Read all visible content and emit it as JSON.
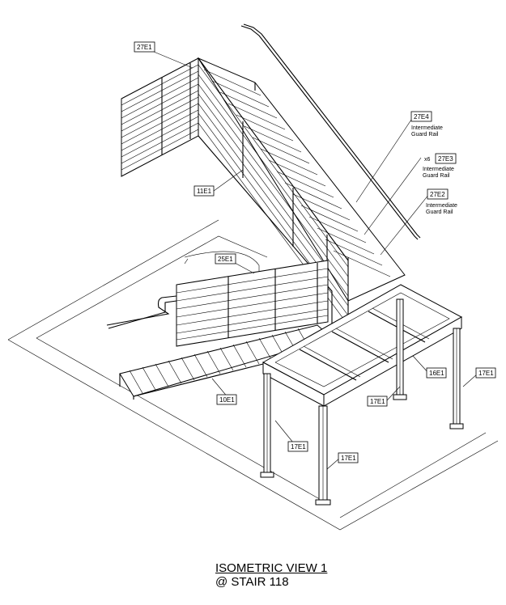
{
  "title": {
    "line1": "ISOMETRIC VIEW 1",
    "line2": "@ STAIR 118"
  },
  "tags": {
    "t27E1": "27E1",
    "t11E1": "11E1",
    "t27E4": "27E4",
    "t27E3": "27E3",
    "t27E2": "27E2",
    "t25E1": "25E1",
    "t16E1": "16E1",
    "t17E1_right": "17E1",
    "t17E1_center": "17E1",
    "t10E1": "10E1",
    "t17E1_left": "17E1",
    "t17E1_bottom": "17E1"
  },
  "notes": {
    "n27E4_l1": "Intermediate",
    "n27E4_l2": "Guard Rail",
    "n27E3_qty": "x6",
    "n27E3_l1": "Intermediate",
    "n27E3_l2": "Guard Rail",
    "n27E2_l1": "Intermediate",
    "n27E2_l2": "Guard Rail"
  }
}
